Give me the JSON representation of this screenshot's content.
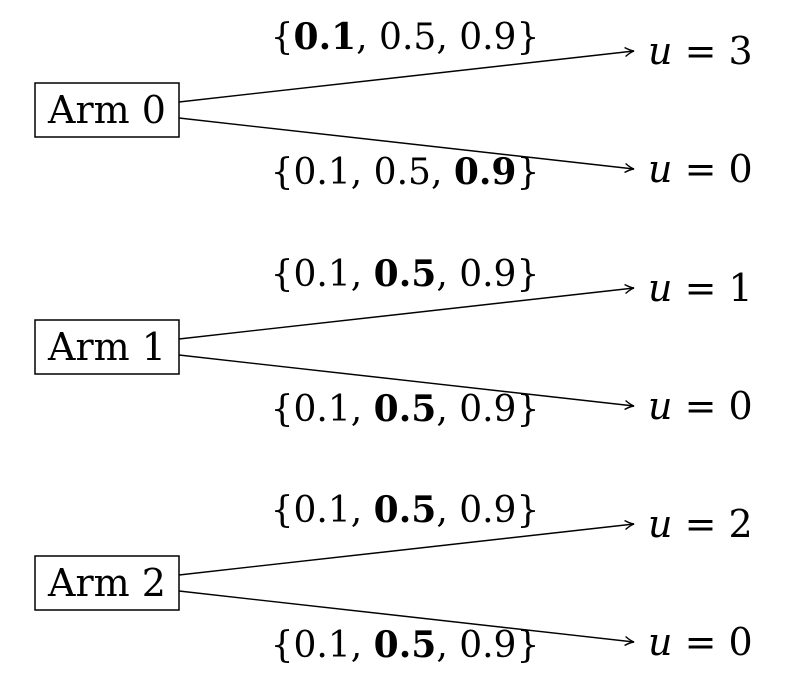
{
  "arms": [
    {
      "label": "Arm 0",
      "outcomes": [
        {
          "set": [
            "0.1",
            "0.5",
            "0.9"
          ],
          "bold_index": 0,
          "u_var": "u",
          "u_value": "3"
        },
        {
          "set": [
            "0.1",
            "0.5",
            "0.9"
          ],
          "bold_index": 2,
          "u_var": "u",
          "u_value": "0"
        }
      ]
    },
    {
      "label": "Arm 1",
      "outcomes": [
        {
          "set": [
            "0.1",
            "0.5",
            "0.9"
          ],
          "bold_index": 1,
          "u_var": "u",
          "u_value": "1"
        },
        {
          "set": [
            "0.1",
            "0.5",
            "0.9"
          ],
          "bold_index": 1,
          "u_var": "u",
          "u_value": "0"
        }
      ]
    },
    {
      "label": "Arm 2",
      "outcomes": [
        {
          "set": [
            "0.1",
            "0.5",
            "0.9"
          ],
          "bold_index": 1,
          "u_var": "u",
          "u_value": "2"
        },
        {
          "set": [
            "0.1",
            "0.5",
            "0.9"
          ],
          "bold_index": 1,
          "u_var": "u",
          "u_value": "0"
        }
      ]
    }
  ],
  "colors": {
    "stroke": "#000000",
    "background": "#ffffff"
  }
}
